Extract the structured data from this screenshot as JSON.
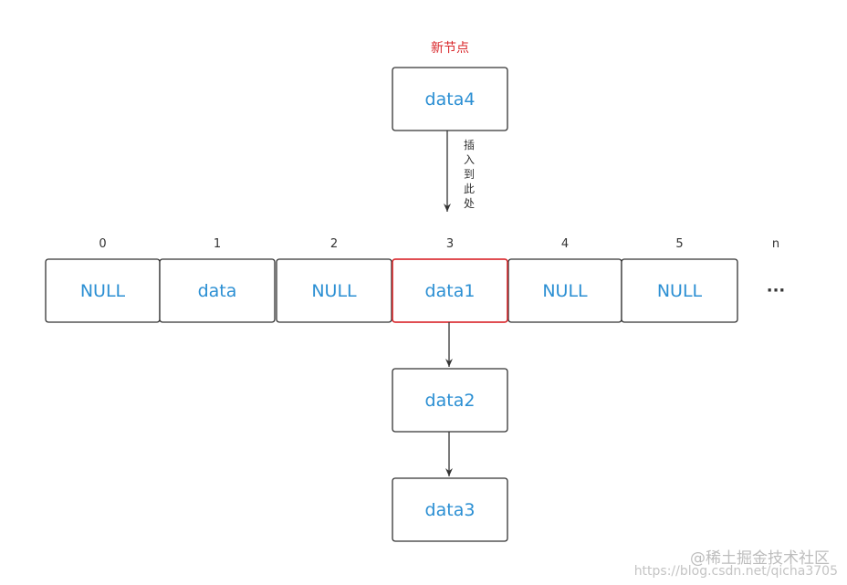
{
  "colors": {
    "text_blue": "#2b8fd3",
    "highlight_red": "#d9262a",
    "border_dark": "#333333"
  },
  "new_node": {
    "caption": "新节点",
    "value": "data4"
  },
  "insert_label_chars": [
    "插",
    "入",
    "到",
    "此",
    "处"
  ],
  "array": {
    "cells": [
      {
        "index": "0",
        "value": "NULL"
      },
      {
        "index": "1",
        "value": "data"
      },
      {
        "index": "2",
        "value": "NULL"
      },
      {
        "index": "3",
        "value": "data1"
      },
      {
        "index": "4",
        "value": "NULL"
      },
      {
        "index": "5",
        "value": "NULL"
      }
    ],
    "tail_index": "n",
    "tail_ellipsis": "···",
    "highlight_cell": "3"
  },
  "chain": [
    {
      "value": "data2"
    },
    {
      "value": "data3"
    }
  ],
  "watermark": {
    "brand": "@稀土掘金技术社区",
    "url": "https://blog.csdn.net/qicha3705"
  }
}
